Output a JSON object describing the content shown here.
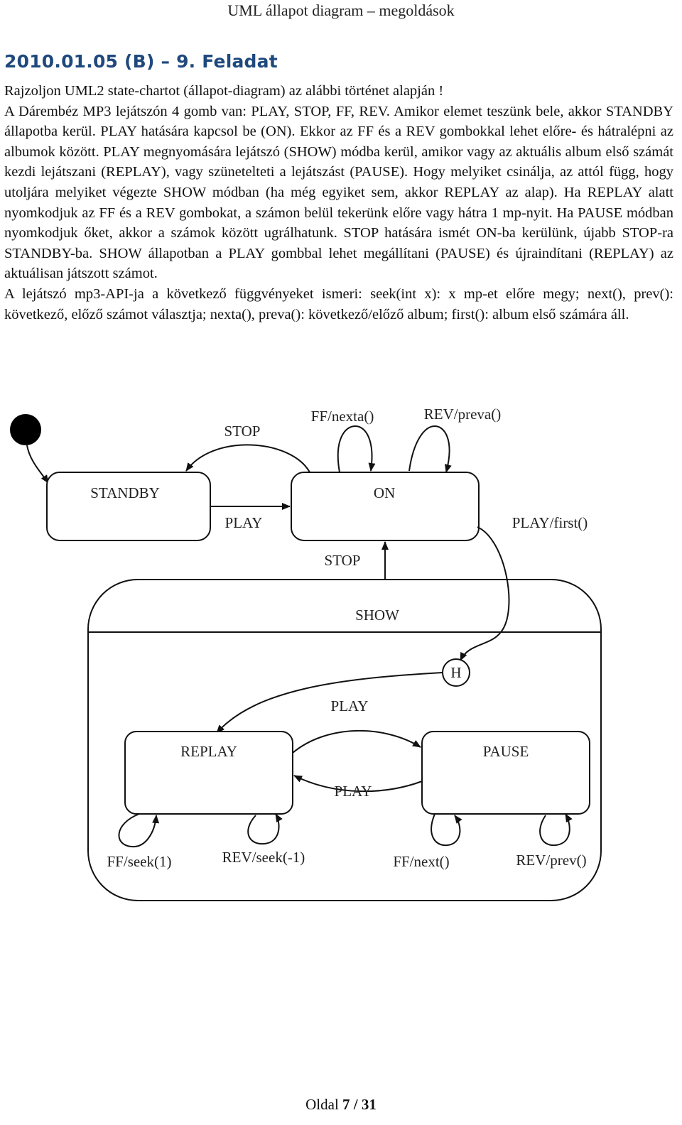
{
  "page": {
    "header": "UML állapot diagram – megoldások",
    "title": "2010.01.05 (B) – 9. Feladat",
    "paragraphs": [
      "Rajzoljon UML2 state-chartot (állapot-diagram) az alábbi történet alapján !",
      "A Dárembéz MP3 lejátszón 4 gomb van: PLAY, STOP, FF, REV. Amikor elemet teszünk bele, akkor STANDBY állapotba kerül. PLAY hatására kapcsol be (ON). Ekkor az FF és a REV gombokkal lehet előre- és hátralépni az albumok között. PLAY megnyomására lejátszó (SHOW) módba kerül, amikor vagy az aktuális album első számát kezdi lejátszani (REPLAY), vagy szünetelteti a lejátszást (PAUSE). Hogy melyiket csinálja, az attól függ, hogy utoljára melyiket végezte SHOW módban (ha még egyiket sem, akkor REPLAY az alap). Ha REPLAY alatt nyomkodjuk az FF és a REV gombokat, a számon belül tekerünk előre vagy hátra 1 mp-nyit. Ha PAUSE módban nyomkodjuk őket, akkor a számok között ugrálhatunk. STOP hatására ismét ON-ba kerülünk, újabb STOP-ra STANDBY-ba. SHOW állapotban a PLAY gombbal lehet megállítani (PAUSE) és újraindítani (REPLAY) az aktuálisan játszott számot.",
      "A lejátszó mp3-API-ja a következő függvényeket ismeri: seek(int x): x mp-et előre megy; next(), prev(): következő, előző számot választja; nexta(), preva(): következő/előző album; first(): album első számára áll."
    ],
    "footer_prefix": "Oldal ",
    "footer_page": "7 / 31"
  },
  "diagram": {
    "states": {
      "standby": "STANDBY",
      "on": "ON",
      "show": "SHOW",
      "history": "H",
      "replay": "REPLAY",
      "pause": "PAUSE"
    },
    "transitions": {
      "on_to_standby": "STOP",
      "standby_to_on": "PLAY",
      "on_self_ff": "FF/nexta()",
      "on_self_rev": "REV/preva()",
      "on_to_show": "PLAY/first()",
      "show_to_on": "STOP",
      "replay_to_pause": "PLAY",
      "pause_to_replay": "PLAY",
      "replay_self_ff": "FF/seek(1)",
      "replay_self_rev": "REV/seek(-1)",
      "pause_self_ff": "FF/next()",
      "pause_self_rev": "REV/prev()"
    }
  }
}
